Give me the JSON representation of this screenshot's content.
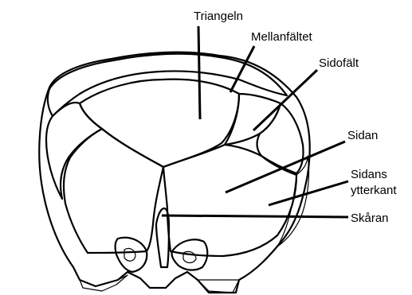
{
  "labels": {
    "triangeln": "Triangeln",
    "mellanfaltet": "Mellanfältet",
    "sidofalt": "Sidofält",
    "sidan": "Sidan",
    "sidans_line1": "Sidans",
    "sidans_line2": "ytterkant",
    "skaran": "Skåran"
  },
  "colors": {
    "ink": "#000000",
    "paper": "#ffffff"
  }
}
